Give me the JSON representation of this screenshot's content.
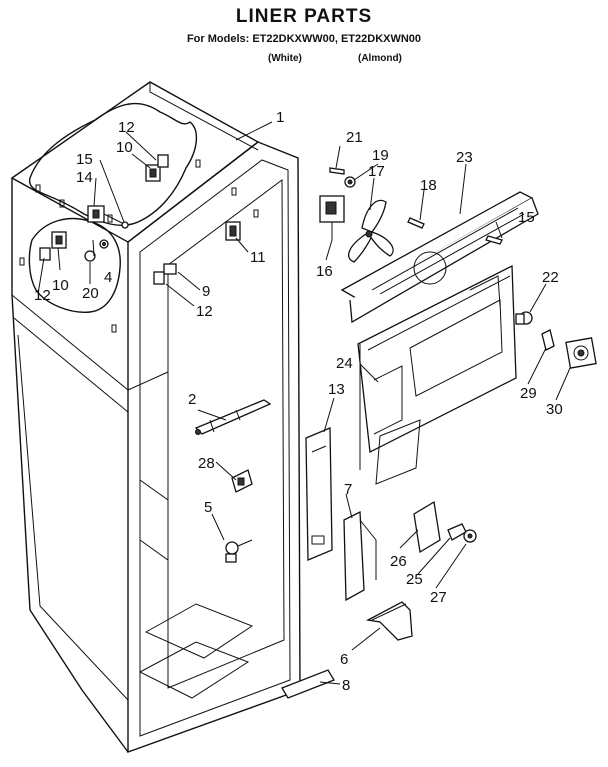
{
  "header": {
    "title": "LINER PARTS",
    "models_line": "For Models: ET22DKXWW00, ET22DKXWN00",
    "variant_white": "(White)",
    "variant_almond": "(Almond)"
  },
  "callouts": {
    "c1": "1",
    "c2": "2",
    "c4": "4",
    "c5": "5",
    "c6": "6",
    "c7": "7",
    "c8": "8",
    "c9": "9",
    "c10a": "10",
    "c10b": "10",
    "c11": "11",
    "c12a": "12",
    "c12b": "12",
    "c12c": "12",
    "c13": "13",
    "c14": "14",
    "c15a": "15",
    "c15b": "15",
    "c16": "16",
    "c17": "17",
    "c18": "18",
    "c19": "19",
    "c20": "20",
    "c21": "21",
    "c22": "22",
    "c23": "23",
    "c24": "24",
    "c25": "25",
    "c26": "26",
    "c27": "27",
    "c28": "28",
    "c29": "29",
    "c30": "30"
  }
}
